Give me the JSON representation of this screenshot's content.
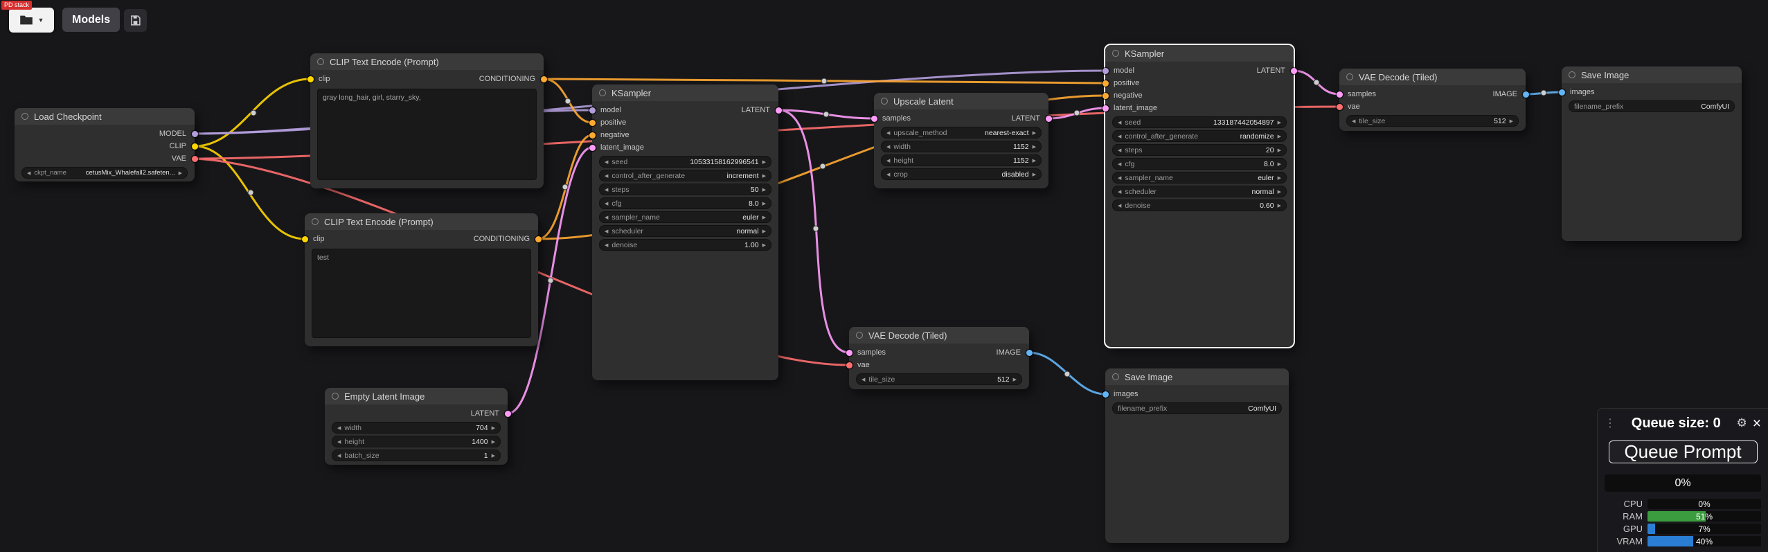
{
  "toolbar": {
    "badge_text": "PD stack",
    "models_button_label": "Models"
  },
  "icons": {
    "decrement": "◀",
    "increment": "▶",
    "dropdown": "▼",
    "menu": "⋮",
    "gear": "⚙",
    "close": "×"
  },
  "port_colors": {
    "MODEL": "#B39DDB",
    "CLIP": "#FFD500",
    "VAE": "#FF6E6E",
    "CONDITIONING": "#FFA931",
    "LATENT": "#FF9CF9",
    "IMAGE": "#64B5F6"
  },
  "nodes": {
    "load_checkpoint": {
      "title": "Load Checkpoint",
      "outputs": [
        "MODEL",
        "CLIP",
        "VAE"
      ],
      "widgets": [
        {
          "label": "ckpt_name",
          "value": "cetusMix_Whalefall2.safeten..."
        }
      ]
    },
    "clip_positive": {
      "title": "CLIP Text Encode (Prompt)",
      "inputs": [
        "clip"
      ],
      "outputs": [
        "CONDITIONING"
      ],
      "text": "gray long_hair, girl, starry_sky,"
    },
    "clip_negative": {
      "title": "CLIP Text Encode (Prompt)",
      "inputs": [
        "clip"
      ],
      "outputs": [
        "CONDITIONING"
      ],
      "text": "test"
    },
    "ksampler1": {
      "title": "KSampler",
      "inputs": [
        "model",
        "positive",
        "negative",
        "latent_image"
      ],
      "outputs": [
        "LATENT"
      ],
      "widgets": [
        {
          "label": "seed",
          "value": "10533158162996541"
        },
        {
          "label": "control_after_generate",
          "value": "increment"
        },
        {
          "label": "steps",
          "value": "50"
        },
        {
          "label": "cfg",
          "value": "8.0"
        },
        {
          "label": "sampler_name",
          "value": "euler"
        },
        {
          "label": "scheduler",
          "value": "normal"
        },
        {
          "label": "denoise",
          "value": "1.00"
        }
      ]
    },
    "upscale_latent": {
      "title": "Upscale Latent",
      "inputs": [
        "samples"
      ],
      "outputs": [
        "LATENT"
      ],
      "widgets": [
        {
          "label": "upscale_method",
          "value": "nearest-exact"
        },
        {
          "label": "width",
          "value": "1152"
        },
        {
          "label": "height",
          "value": "1152"
        },
        {
          "label": "crop",
          "value": "disabled"
        }
      ]
    },
    "empty_latent": {
      "title": "Empty Latent Image",
      "outputs": [
        "LATENT"
      ],
      "widgets": [
        {
          "label": "width",
          "value": "704"
        },
        {
          "label": "height",
          "value": "1400"
        },
        {
          "label": "batch_size",
          "value": "1"
        }
      ]
    },
    "vae_decode_1": {
      "title": "VAE Decode (Tiled)",
      "inputs": [
        "samples",
        "vae"
      ],
      "outputs": [
        "IMAGE"
      ],
      "widgets": [
        {
          "label": "tile_size",
          "value": "512"
        }
      ]
    },
    "save_image_1": {
      "title": "Save Image",
      "inputs": [
        "images"
      ],
      "widgets": [
        {
          "label": "filename_prefix",
          "value": "ComfyUI"
        }
      ]
    },
    "ksampler2": {
      "title": "KSampler",
      "inputs": [
        "model",
        "positive",
        "negative",
        "latent_image"
      ],
      "outputs": [
        "LATENT"
      ],
      "widgets": [
        {
          "label": "seed",
          "value": "133187442054897"
        },
        {
          "label": "control_after_generate",
          "value": "randomize"
        },
        {
          "label": "steps",
          "value": "20"
        },
        {
          "label": "cfg",
          "value": "8.0"
        },
        {
          "label": "sampler_name",
          "value": "euler"
        },
        {
          "label": "scheduler",
          "value": "normal"
        },
        {
          "label": "denoise",
          "value": "0.60"
        }
      ]
    },
    "vae_decode_2": {
      "title": "VAE Decode (Tiled)",
      "inputs": [
        "samples",
        "vae"
      ],
      "outputs": [
        "IMAGE"
      ],
      "widgets": [
        {
          "label": "tile_size",
          "value": "512"
        }
      ]
    },
    "save_image_2": {
      "title": "Save Image",
      "inputs": [
        "images"
      ],
      "widgets": [
        {
          "label": "filename_prefix",
          "value": "ComfyUI"
        }
      ]
    }
  },
  "queue_panel": {
    "title": "Queue size: 0",
    "queue_prompt_label": "Queue Prompt",
    "progress_text": "0%",
    "progress_width": "0%",
    "stats": [
      {
        "label": "CPU",
        "text": "0%",
        "width": "0%",
        "color": "#43a047"
      },
      {
        "label": "RAM",
        "text": "51%",
        "width": "51%",
        "color": "#3b9c3f"
      },
      {
        "label": "GPU",
        "text": "7%",
        "width": "7%",
        "color": "#2a7fd4"
      },
      {
        "label": "VRAM",
        "text": "40%",
        "width": "40%",
        "color": "#2a7fd4"
      }
    ]
  }
}
